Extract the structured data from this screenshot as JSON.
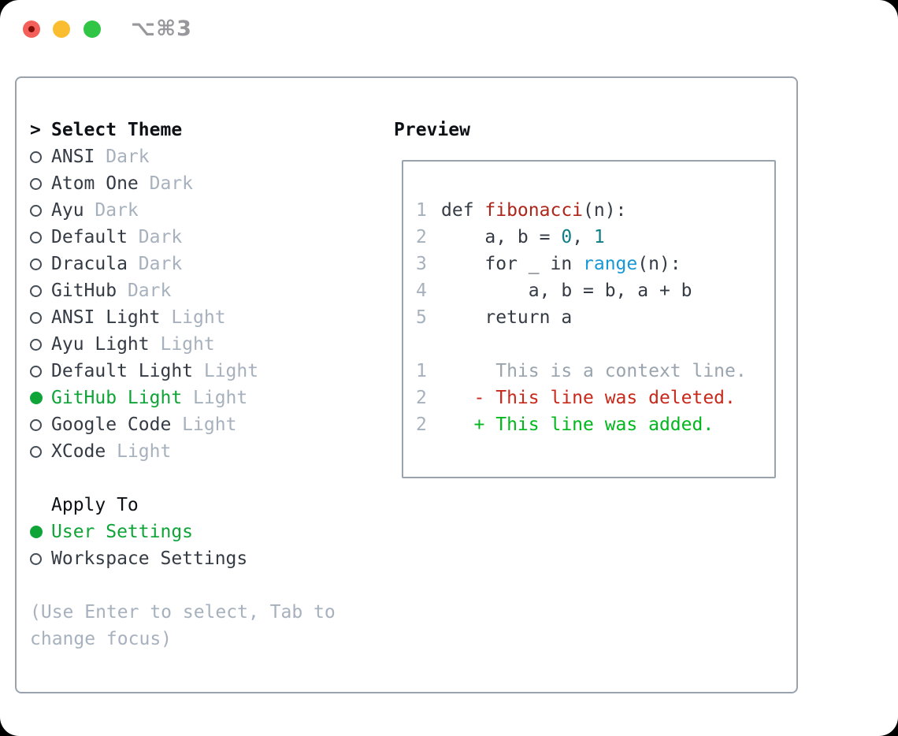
{
  "window": {
    "shortcut": "⌥⌘3"
  },
  "traffic_lights": [
    {
      "name": "close",
      "color": "#f4605a"
    },
    {
      "name": "minimize",
      "color": "#fabd2f"
    },
    {
      "name": "zoom",
      "color": "#31c546"
    }
  ],
  "theme_selector": {
    "prompt": ">",
    "title": "Select Theme",
    "themes": [
      {
        "name": "ANSI",
        "variant": " Dark",
        "selected": false
      },
      {
        "name": "Atom One",
        "variant": " Dark",
        "selected": false
      },
      {
        "name": "Ayu",
        "variant": " Dark",
        "selected": false
      },
      {
        "name": "Default",
        "variant": " Dark",
        "selected": false
      },
      {
        "name": "Dracula",
        "variant": " Dark",
        "selected": false
      },
      {
        "name": "GitHub",
        "variant": " Dark",
        "selected": false
      },
      {
        "name": "ANSI Light",
        "variant": " Light",
        "selected": false
      },
      {
        "name": "Ayu Light",
        "variant": " Light",
        "selected": false
      },
      {
        "name": "Default Light",
        "variant": " Light",
        "selected": false
      },
      {
        "name": "GitHub Light",
        "variant": " Light",
        "selected": true
      },
      {
        "name": "Google Code",
        "variant": " Light",
        "selected": false
      },
      {
        "name": "XCode",
        "variant": " Light",
        "selected": false
      }
    ],
    "apply_to": {
      "title": "Apply To",
      "options": [
        {
          "label": "User Settings",
          "selected": true
        },
        {
          "label": "Workspace Settings",
          "selected": false
        }
      ]
    },
    "hint": "(Use Enter to select, Tab to change focus)"
  },
  "preview": {
    "title": "Preview",
    "lines": [
      {
        "num": "1",
        "tokens": [
          [
            "code",
            "def "
          ],
          [
            "func",
            "fibonacci"
          ],
          [
            "code",
            "(n):"
          ]
        ]
      },
      {
        "num": "2",
        "tokens": [
          [
            "code",
            "    a, b = "
          ],
          [
            "num",
            "0"
          ],
          [
            "code",
            ", "
          ],
          [
            "num",
            "1"
          ]
        ]
      },
      {
        "num": "3",
        "tokens": [
          [
            "code",
            "    for _ in "
          ],
          [
            "builtin",
            "range"
          ],
          [
            "code",
            "(n):"
          ]
        ]
      },
      {
        "num": "4",
        "tokens": [
          [
            "code",
            "        a, b = b, a + b"
          ]
        ]
      },
      {
        "num": "5",
        "tokens": [
          [
            "code",
            "    return a"
          ]
        ]
      },
      {
        "num": "",
        "tokens": []
      },
      {
        "num": "1",
        "tokens": [
          [
            "context",
            "     This is a context line."
          ]
        ]
      },
      {
        "num": "2",
        "tokens": [
          [
            "del",
            "   - This line was deleted."
          ]
        ]
      },
      {
        "num": "2",
        "tokens": [
          [
            "add",
            "   + This line was added."
          ]
        ]
      }
    ]
  },
  "colors": {
    "selected_green": "#0fa437",
    "added_green": "#02b71d",
    "deleted_red": "#c8291b",
    "function_red": "#ae251a",
    "builtin_blue": "#1897d5",
    "number_teal": "#0d7e85",
    "muted_gray": "#a7b1bd",
    "text_dark": "#343b44",
    "border_gray": "#99a3ae",
    "titlebar_text": "#97979c"
  }
}
